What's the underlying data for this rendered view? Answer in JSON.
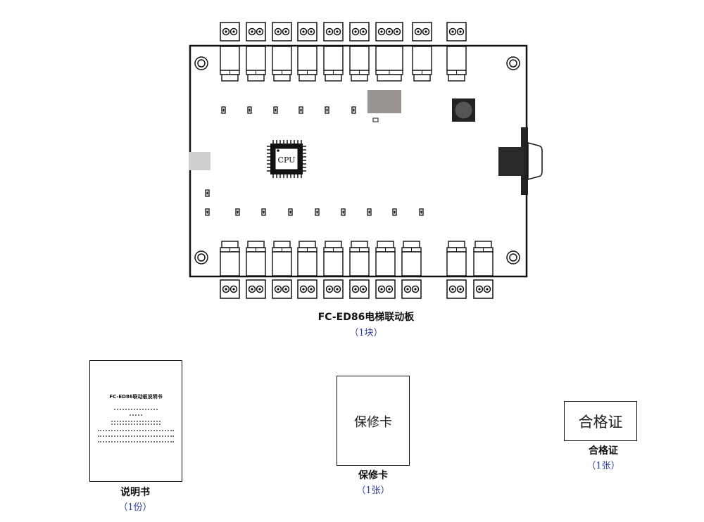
{
  "board": {
    "title": "FC-ED86电梯联动板",
    "quantity": "（1块）",
    "cpu_label": "CPU",
    "colors": {
      "outline": "#111111",
      "chip": "#9a9490",
      "usb": "#cfcfcf",
      "connector": "#222222"
    }
  },
  "manual": {
    "cover_heading": "FC-ED86联动板说明书",
    "caption": "说明书",
    "quantity": "（1份）"
  },
  "warranty": {
    "card_text": "保修卡",
    "caption": "保修卡",
    "quantity": "（1张）"
  },
  "certificate": {
    "card_text": "合格证",
    "caption": "合格证",
    "quantity": "（1张）"
  }
}
